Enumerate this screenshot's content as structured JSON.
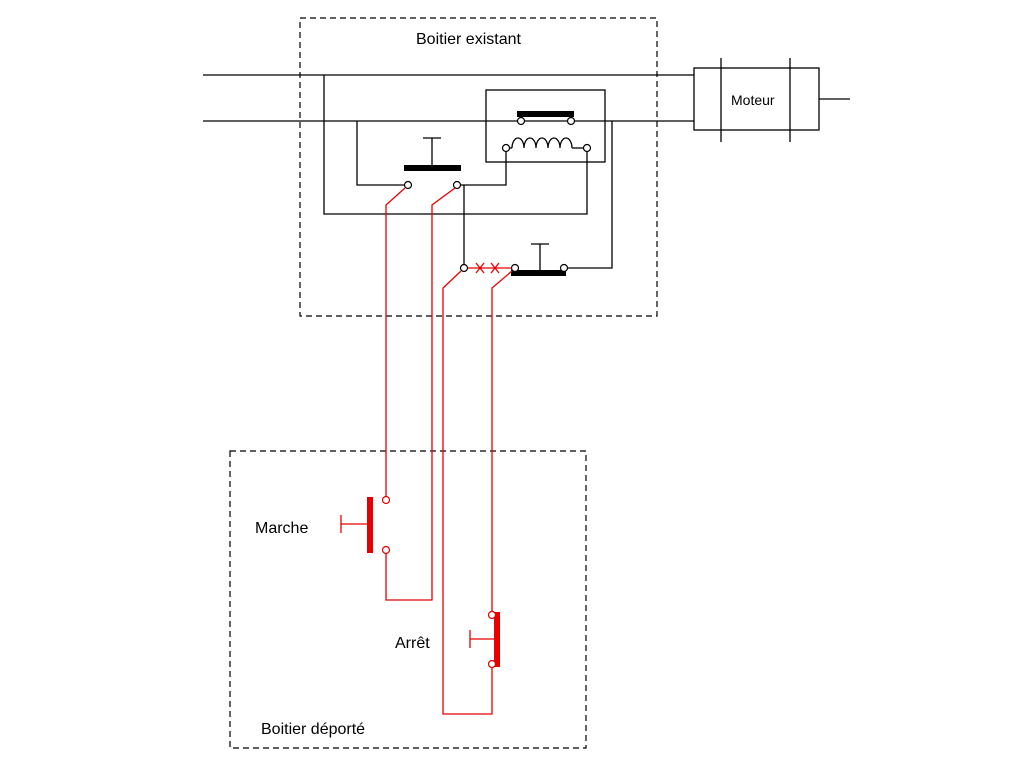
{
  "labels": {
    "existing_box": "Boitier existant",
    "remote_box": "Boitier déporté",
    "motor": "Moteur",
    "start_button": "Marche",
    "stop_button": "Arrêt"
  },
  "colors": {
    "existing_wiring": "#000000",
    "new_wiring": "#e60000"
  }
}
